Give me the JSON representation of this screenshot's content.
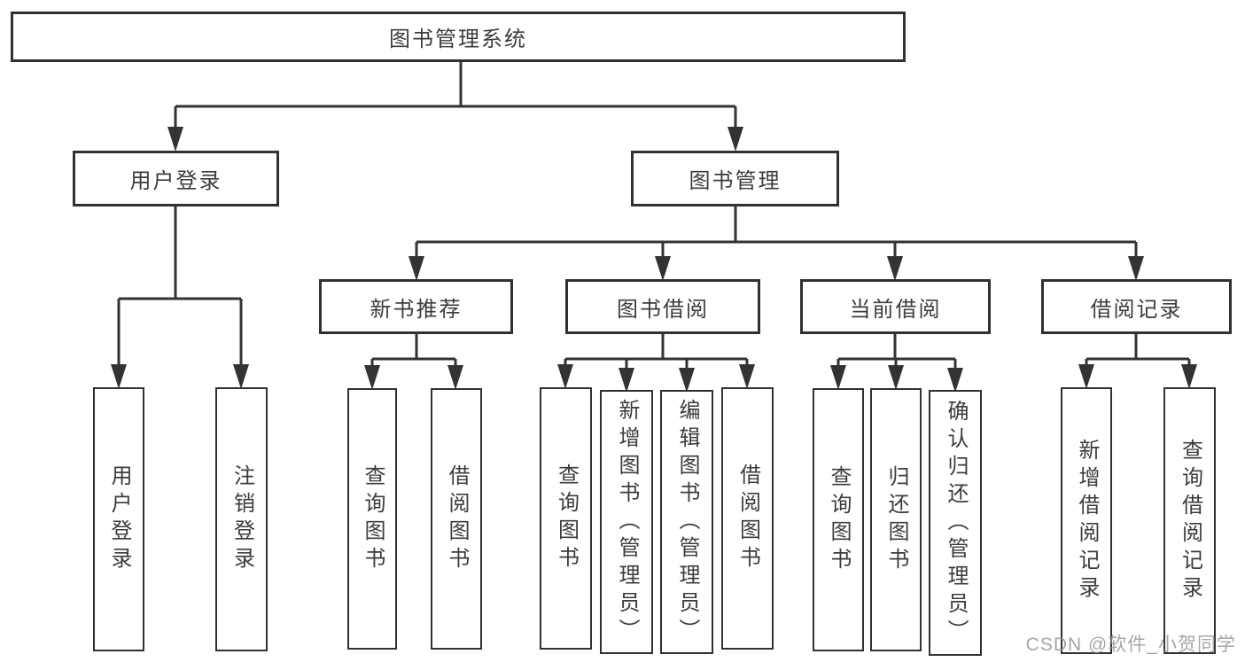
{
  "diagram": {
    "root": {
      "label": "图书管理系统",
      "children": [
        {
          "label": "用户登录",
          "children": [
            {
              "label": "用户登录"
            },
            {
              "label": "注销登录"
            }
          ]
        },
        {
          "label": "图书管理",
          "children": [
            {
              "label": "新书推荐",
              "children": [
                {
                  "label": "查询图书"
                },
                {
                  "label": "借阅图书"
                }
              ]
            },
            {
              "label": "图书借阅",
              "children": [
                {
                  "label": "查询图书"
                },
                {
                  "label": "新增图书（管理员）"
                },
                {
                  "label": "编辑图书（管理员）"
                },
                {
                  "label": "借阅图书"
                }
              ]
            },
            {
              "label": "当前借阅",
              "children": [
                {
                  "label": "查询图书"
                },
                {
                  "label": "归还图书"
                },
                {
                  "label": "确认归还（管理员）"
                }
              ]
            },
            {
              "label": "借阅记录",
              "children": [
                {
                  "label": "新增借阅记录"
                },
                {
                  "label": "查询借阅记录"
                }
              ]
            }
          ]
        }
      ]
    }
  },
  "watermark": {
    "text": "CSDN @软件_小贺同学"
  },
  "colors": {
    "line": "#333333",
    "box_border": "#313131",
    "text": "#3c3c3c",
    "background": "#ffffff",
    "watermark": "#969696"
  }
}
